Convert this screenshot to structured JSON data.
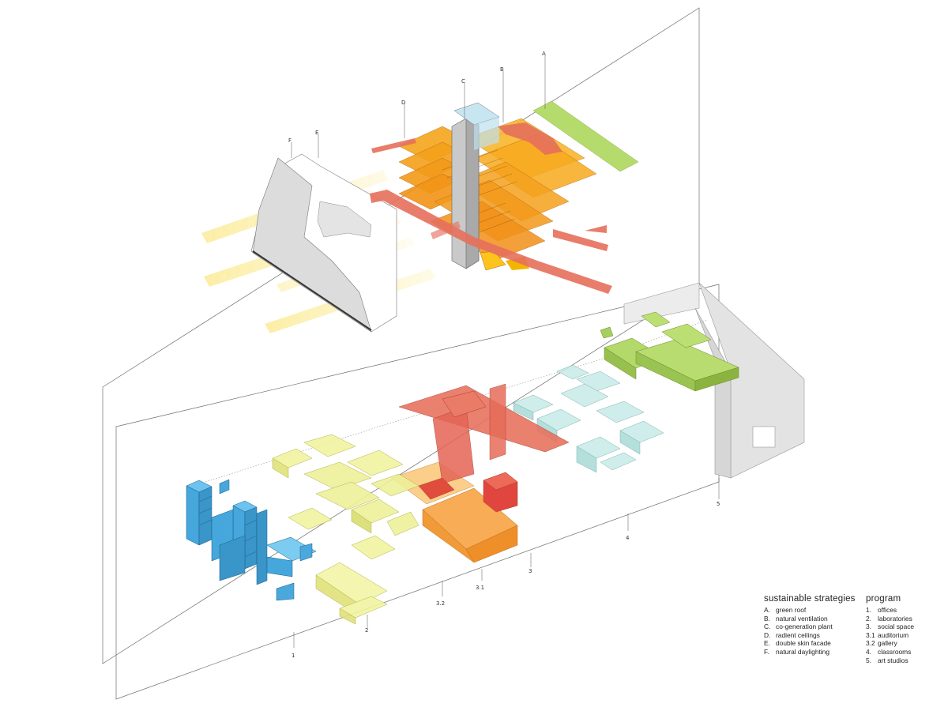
{
  "legend": {
    "strategies": {
      "heading": "sustainable strategies",
      "items": [
        {
          "key": "A.",
          "label": "green roof"
        },
        {
          "key": "B.",
          "label": "natural ventilation"
        },
        {
          "key": "C.",
          "label": "co-generation plant"
        },
        {
          "key": "D.",
          "label": "radient ceilings"
        },
        {
          "key": "E.",
          "label": "double skin facade"
        },
        {
          "key": "F.",
          "label": "natural daylighting"
        }
      ]
    },
    "program": {
      "heading": "program",
      "items": [
        {
          "key": "1.",
          "label": "offices"
        },
        {
          "key": "2.",
          "label": "laboratories"
        },
        {
          "key": "3.",
          "label": "social space"
        },
        {
          "key": "3.1",
          "label": "auditorium"
        },
        {
          "key": "3.2",
          "label": "gallery"
        },
        {
          "key": "4.",
          "label": "classrooms"
        },
        {
          "key": "5.",
          "label": "art studios"
        }
      ]
    }
  },
  "strategy_tags": [
    "F",
    "E",
    "D",
    "C",
    "B",
    "A"
  ],
  "program_tags": [
    "1",
    "2",
    "3.2",
    "3.1",
    "3",
    "4",
    "5"
  ],
  "colors": {
    "offices": "#4aa8dc",
    "laboratories": "#ecef8c",
    "social_space": "#f5a64a",
    "auditorium": "#e5574a",
    "gallery": "#e97263",
    "classrooms": "#b5e3df",
    "art_studios": "#a9cf55",
    "green_roof": "#a8d26a",
    "ventilation_arrow": "#e66a5a",
    "daylight": "#fbe98a",
    "radiant_ceiling": "#f3a417",
    "facade": "#d9d9d9",
    "cogeneration": "#bdbdbd"
  }
}
